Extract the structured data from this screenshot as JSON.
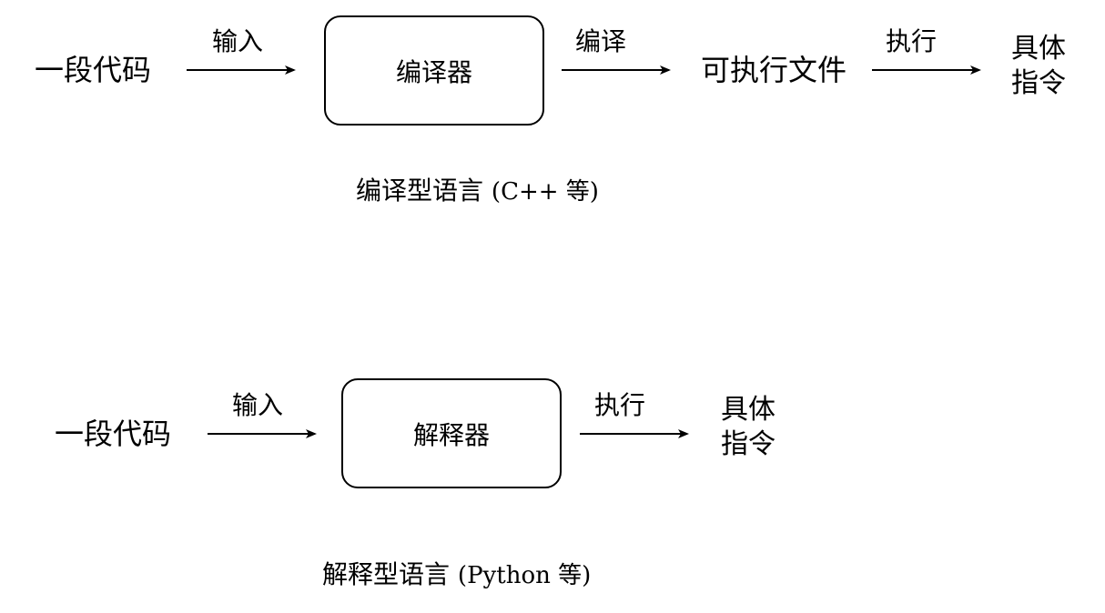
{
  "compiled": {
    "source": "一段代码",
    "input_label": "输入",
    "box": "编译器",
    "compile_label": "编译",
    "executable": "可执行文件",
    "exec_label": "执行",
    "result_line1": "具体",
    "result_line2": "指令",
    "caption_cn": "编译型语言",
    "caption_latin": "(C++ 等)"
  },
  "interpreted": {
    "source": "一段代码",
    "input_label": "输入",
    "box": "解释器",
    "exec_label": "执行",
    "result_line1": "具体",
    "result_line2": "指令",
    "caption_cn": "解释型语言",
    "caption_latin": "(Python 等)"
  }
}
